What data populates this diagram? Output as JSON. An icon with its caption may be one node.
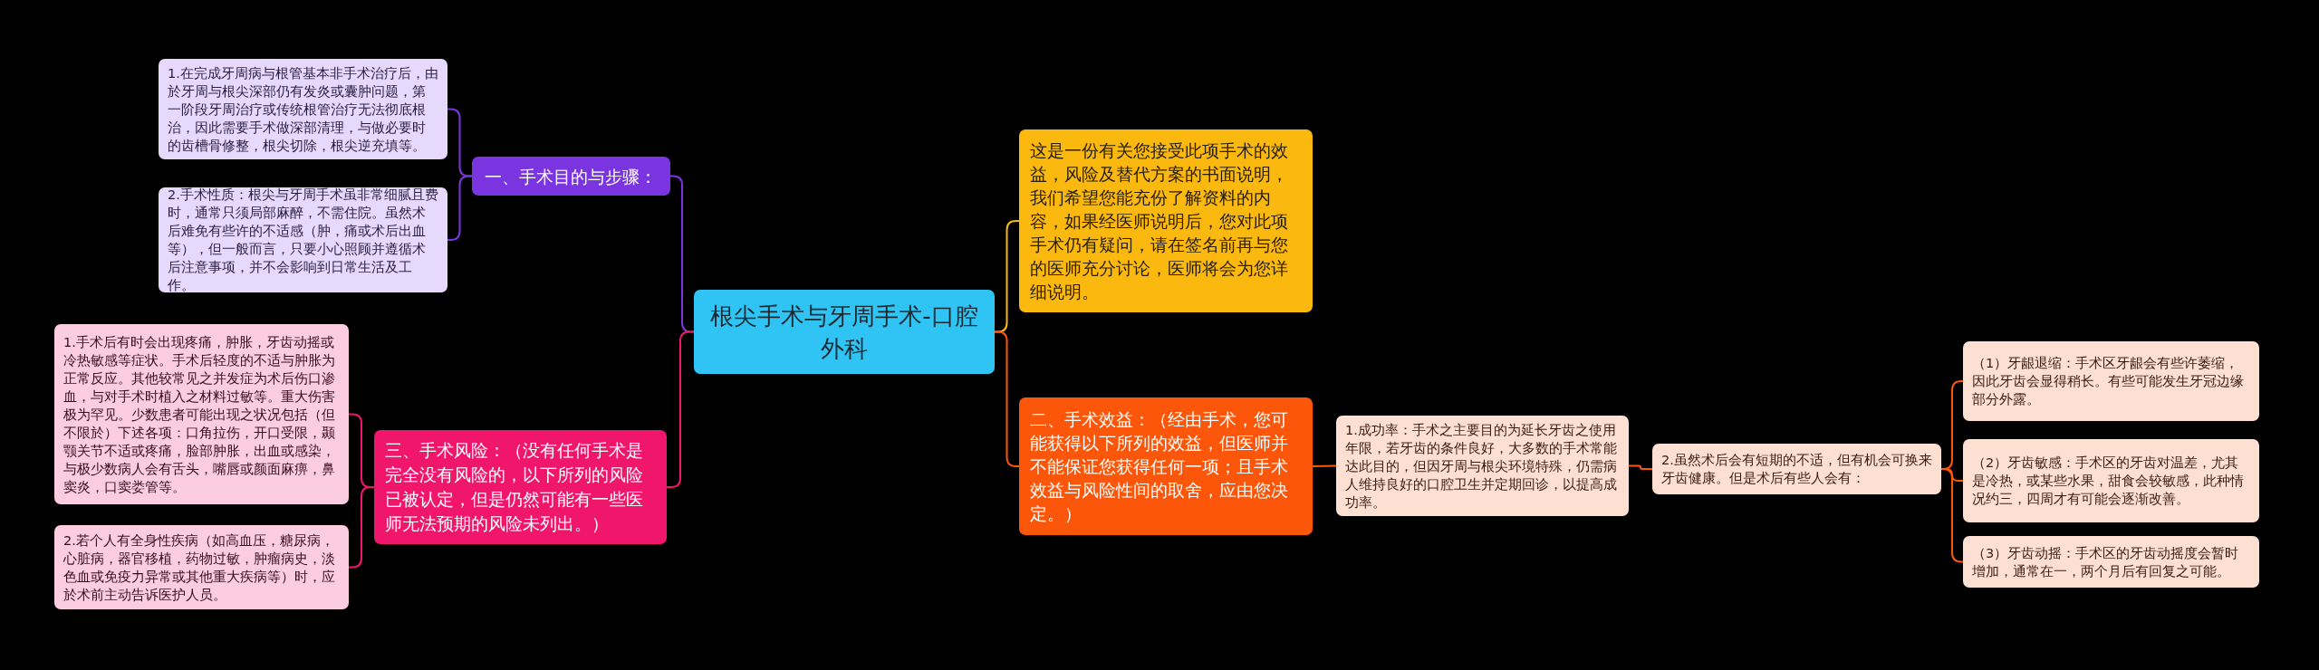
{
  "diagram": {
    "nodes": [
      {
        "text": [
          "根尖手术与牙周手术-口腔外科"
        ]
      },
      {
        "text": [
          "一、手术目的与步骤："
        ]
      },
      {
        "text": [
          "1.在完成牙周病与根管基本非手术治疗后，由於牙周与根尖深部仍有发炎或囊肿问题，第一阶段牙周治疗或传统根管治疗无法彻底根治，因此需要手术做深部清理，与做必要时的齿槽骨修整，根尖切除，根尖逆充填等。"
        ]
      },
      {
        "text": [
          "2.手术性质：根尖与牙周手术虽非常细腻且费时，通常只须局部麻醉，不需住院。虽然术后难免有些许的不适感（肿，痛或术后出血等），但一般而言，只要小心照顾并遵循术后注意事项，并不会影响到日常生活及工作。"
        ]
      },
      {
        "text": [
          "三、手术风险：（没有任何手术是完全没有风险的，以下所列的风险已被认定，但是仍然可能有一些医师无法预期的风险未列出。）"
        ]
      },
      {
        "text": [
          "1.手术后有时会出现疼痛，肿胀，牙齿动摇或冷热敏感等症状。手术后轻度的不适与肿胀为正常反应。其他较常见之并发症为术后伤口渗血，与对手术时植入之材料过敏等。重大伤害极为罕见。少数患者可能出现之状况包括（但不限於）下述各项：口角拉伤，开口受限，颞颚关节不适或疼痛，脸部肿胀，出血或感染，与极少数病人会有舌头，嘴唇或颜面麻痹，鼻窦炎，口窦娄管等。"
        ]
      },
      {
        "text": [
          "2.若个人有全身性疾病（如高血压，糖尿病，心脏病，器官移植，药物过敏，肿瘤病史，淡色血或免疫力异常或其他重大疾病等）时，应於术前主动告诉医护人员。"
        ]
      },
      {
        "text": [
          "这是一份有关您接受此项手术的效益，风险及替代方案的书面说明，我们希望您能充份了解资料的内容，如果经医师说明后，您对此项手术仍有疑问，请在签名前再与您的医师充分讨论，医师将会为您详细说明。"
        ]
      },
      {
        "text": [
          "二、手术效益：（经由手术，您可能获得以下所列的效益，但医师并不能保证您获得任何一项；且手术效益与风险性间的取舍，应由您决定。）"
        ]
      },
      {
        "text": [
          "1.成功率：手术之主要目的为延长牙齿之使用年限，若牙齿的条件良好，大多数的手术常能达此目的，但因牙周与根尖环境特殊，仍需病人维持良好的口腔卫生并定期回诊，以提高成功率。"
        ]
      },
      {
        "text": [
          "2.虽然术后会有短期的不适，但有机会可换来牙齿健康。但是术后有些人会有："
        ]
      },
      {
        "text": [
          "（1）牙龈退缩：手术区牙龈会有些许萎缩，因此牙齿会显得稍长。有些可能发生牙冠边缘部分外露。"
        ]
      },
      {
        "text": [
          "（2）牙齿敏感：手术区的牙齿对温差，尤其是冷热，或某些水果，甜食会较敏感，此种情况约三，四周才有可能会逐渐改善。"
        ]
      },
      {
        "text": [
          "（3）牙齿动摇：手术区的牙齿动摇度会暂时增加，通常在一，两个月后有回复之可能。"
        ]
      }
    ],
    "edges": [
      {
        "from": 0,
        "to": 1,
        "arrow": "none",
        "color": "#7b35e0"
      },
      {
        "from": 1,
        "to": 2,
        "arrow": "none",
        "color": "#7b35e0"
      },
      {
        "from": 1,
        "to": 3,
        "arrow": "none",
        "color": "#7b35e0"
      },
      {
        "from": 0,
        "to": 4,
        "arrow": "none",
        "color": "#f0166c"
      },
      {
        "from": 4,
        "to": 5,
        "arrow": "none",
        "color": "#f0166c"
      },
      {
        "from": 4,
        "to": 6,
        "arrow": "none",
        "color": "#f0166c"
      },
      {
        "from": 0,
        "to": 7,
        "arrow": "none",
        "color": "#fbb80e"
      },
      {
        "from": 0,
        "to": 8,
        "arrow": "none"
      },
      {
        "from": 8,
        "to": 9,
        "arrow": "none"
      },
      {
        "from": 9,
        "to": 10,
        "arrow": "none"
      },
      {
        "from": 10,
        "to": 11,
        "arrow": "none"
      },
      {
        "from": 10,
        "to": 12,
        "arrow": "none"
      },
      {
        "from": 10,
        "to": 13,
        "arrow": "none"
      }
    ]
  }
}
